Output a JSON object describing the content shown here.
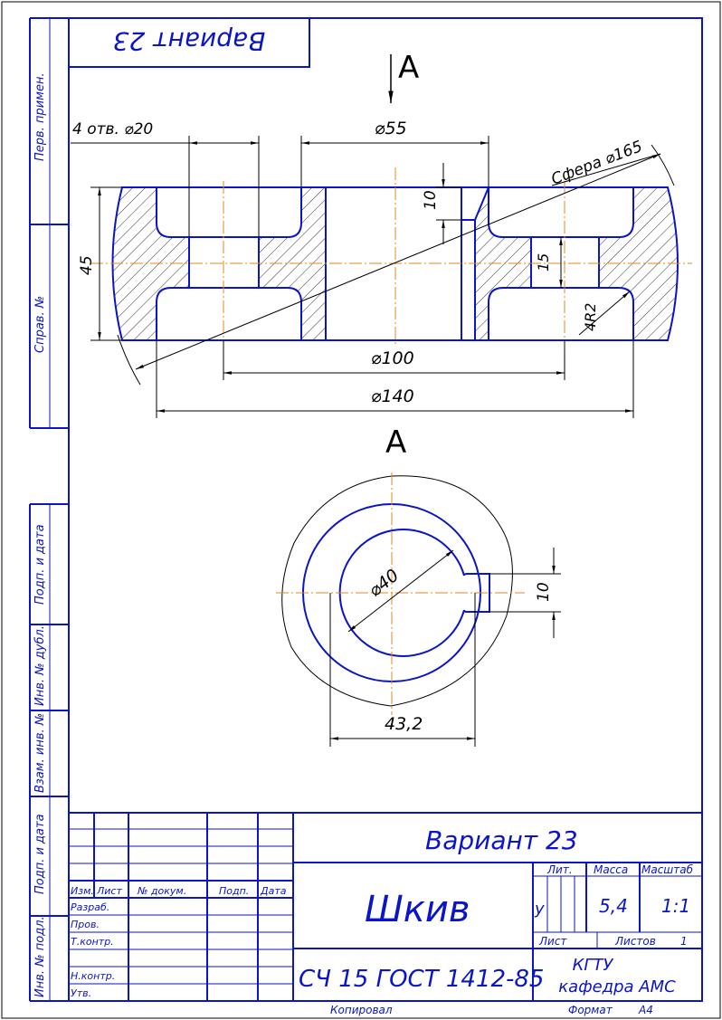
{
  "variant_stamp": "Вариант 23",
  "view_label_top": "А",
  "view_label_section": "А",
  "dims": {
    "holes": "4 отв. ⌀20",
    "d55": "⌀55",
    "sphere": "Сфера ⌀165",
    "h10_top": "10",
    "h45": "45",
    "h15": "15",
    "r2": "4R2",
    "d100": "⌀100",
    "d140": "⌀140",
    "d40": "⌀40",
    "key10": "10",
    "d43": "43,2"
  },
  "side_fields": [
    "Перв. примен.",
    "Справ. №",
    "Подп. и дата",
    "Инв. № дубл.",
    "Взам. инв. №",
    "Подп. и дата",
    "Инв. № подл."
  ],
  "title_block": {
    "variant": "Вариант 23",
    "name": "Шкив",
    "material": "СЧ 15 ГОСТ 1412-85",
    "org_line1": "КГТУ",
    "org_line2": "кафедра АМС",
    "col_izm": "Изм.",
    "col_list": "Лист",
    "col_doc": "№ докум.",
    "col_podp": "Подп.",
    "col_data": "Дата",
    "razrab": "Разраб.",
    "prov": "Пров.",
    "tkontr": "Т.контр.",
    "nkontr": "Н.контр.",
    "utv": "Утв.",
    "lit": "Лит.",
    "massa": "Масса",
    "masshtab": "Масштаб",
    "lit_value": "у",
    "massa_value": "5,4",
    "masshtab_value": "1:1",
    "list": "Лист",
    "listov": "Листов",
    "listov_value": "1",
    "kopiroval": "Копировал",
    "format": "Формат",
    "format_value": "А4"
  }
}
